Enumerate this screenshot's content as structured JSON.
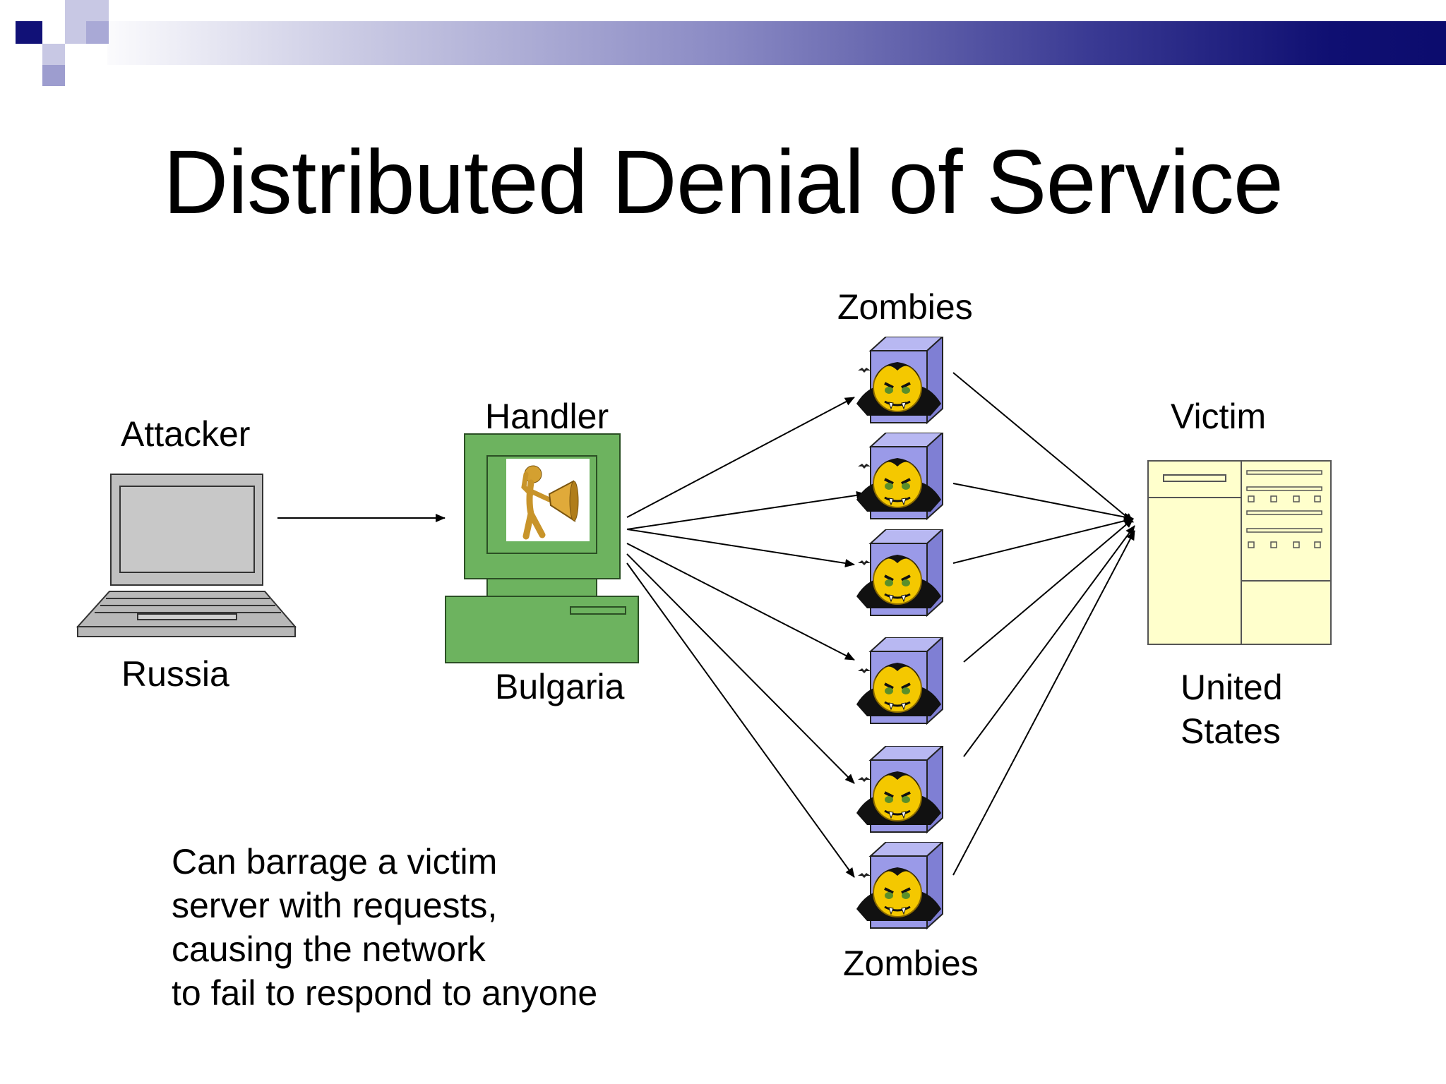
{
  "title": "Distributed Denial of Service",
  "nodes": {
    "attacker": {
      "label": "Attacker",
      "location": "Russia"
    },
    "handler": {
      "label": "Handler",
      "location": "Bulgaria"
    },
    "zombies": {
      "top_label": "Zombies",
      "bottom_label": "Zombies",
      "count": 6
    },
    "victim": {
      "label": "Victim",
      "location_line1": "United",
      "location_line2": "States"
    }
  },
  "caption": [
    "Can barrage a victim",
    "server with requests,",
    "causing the network",
    "to fail to respond to anyone"
  ],
  "colors": {
    "header_dark": "#0c0c6e",
    "laptop": "#c0c0c0",
    "handler_green": "#6db35f",
    "zombie_box": "#9a9ae8",
    "victim_server": "#ffffcc"
  }
}
